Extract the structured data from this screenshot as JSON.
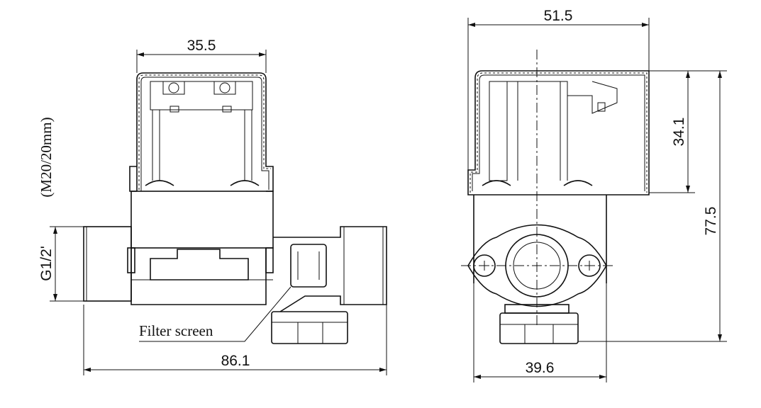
{
  "left_view": {
    "coil_width": "35.5",
    "cable_gland": "(M20/20mm)",
    "thread": "G1/2'",
    "filter_label": "Filter screen",
    "overall_length": "86.1"
  },
  "right_view": {
    "cover_width": "51.5",
    "cover_height": "34.1",
    "overall_height": "77.5",
    "body_width": "39.6"
  }
}
